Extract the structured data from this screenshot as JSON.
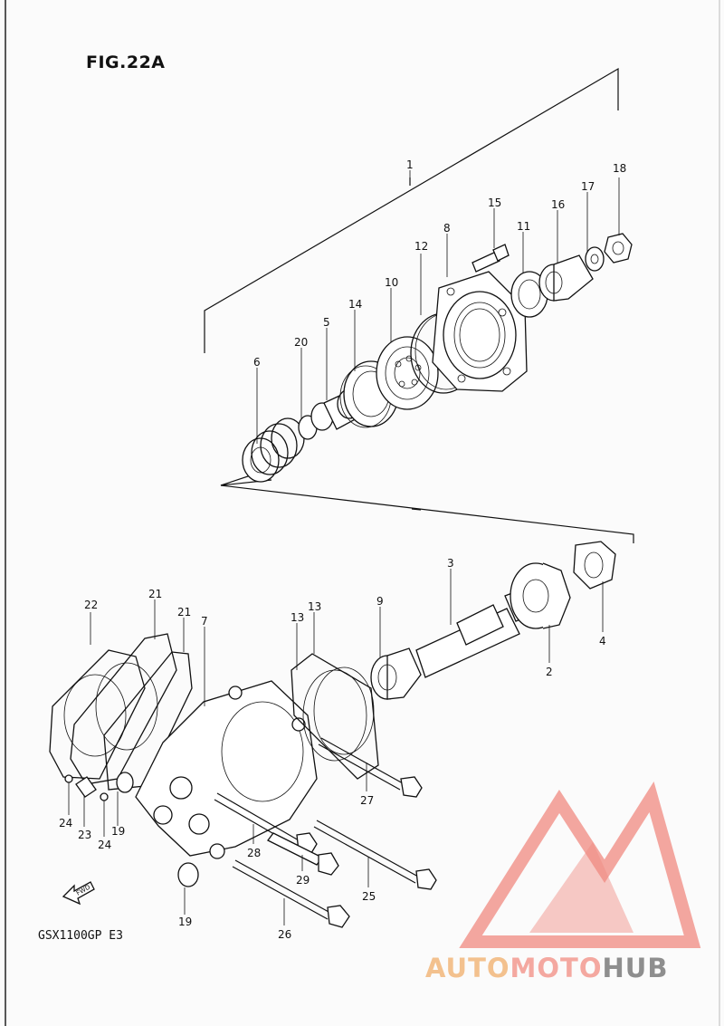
{
  "figure": {
    "title": "FIG.22A",
    "model_code": "GSX1100GP E3",
    "fwd_label": "FWD"
  },
  "callouts": [
    {
      "id": "c1",
      "label": "1"
    },
    {
      "id": "c2",
      "label": "2"
    },
    {
      "id": "c3",
      "label": "3"
    },
    {
      "id": "c4",
      "label": "4"
    },
    {
      "id": "c5",
      "label": "5"
    },
    {
      "id": "c6",
      "label": "6"
    },
    {
      "id": "c7",
      "label": "7"
    },
    {
      "id": "c8",
      "label": "8"
    },
    {
      "id": "c9",
      "label": "9"
    },
    {
      "id": "c10",
      "label": "10"
    },
    {
      "id": "c11",
      "label": "11"
    },
    {
      "id": "c12",
      "label": "12"
    },
    {
      "id": "c13a",
      "label": "13"
    },
    {
      "id": "c13b",
      "label": "13"
    },
    {
      "id": "c14",
      "label": "14"
    },
    {
      "id": "c15",
      "label": "15"
    },
    {
      "id": "c16",
      "label": "16"
    },
    {
      "id": "c17",
      "label": "17"
    },
    {
      "id": "c18",
      "label": "18"
    },
    {
      "id": "c19a",
      "label": "19"
    },
    {
      "id": "c19b",
      "label": "19"
    },
    {
      "id": "c20",
      "label": "20"
    },
    {
      "id": "c21a",
      "label": "21"
    },
    {
      "id": "c21b",
      "label": "21"
    },
    {
      "id": "c22",
      "label": "22"
    },
    {
      "id": "c23",
      "label": "23"
    },
    {
      "id": "c24a",
      "label": "24"
    },
    {
      "id": "c24b",
      "label": "24"
    },
    {
      "id": "c25",
      "label": "25"
    },
    {
      "id": "c26",
      "label": "26"
    },
    {
      "id": "c27",
      "label": "27"
    },
    {
      "id": "c28",
      "label": "28"
    },
    {
      "id": "c29",
      "label": "29"
    }
  ],
  "watermark": {
    "brand_part1": "AUTO",
    "brand_part2": "MOTO",
    "brand_part3": "HUB",
    "color_orange": "#f3c18e",
    "color_pink": "#f4a8a0",
    "color_gray": "#8e8e8e",
    "logo_color": "#f08a80"
  }
}
